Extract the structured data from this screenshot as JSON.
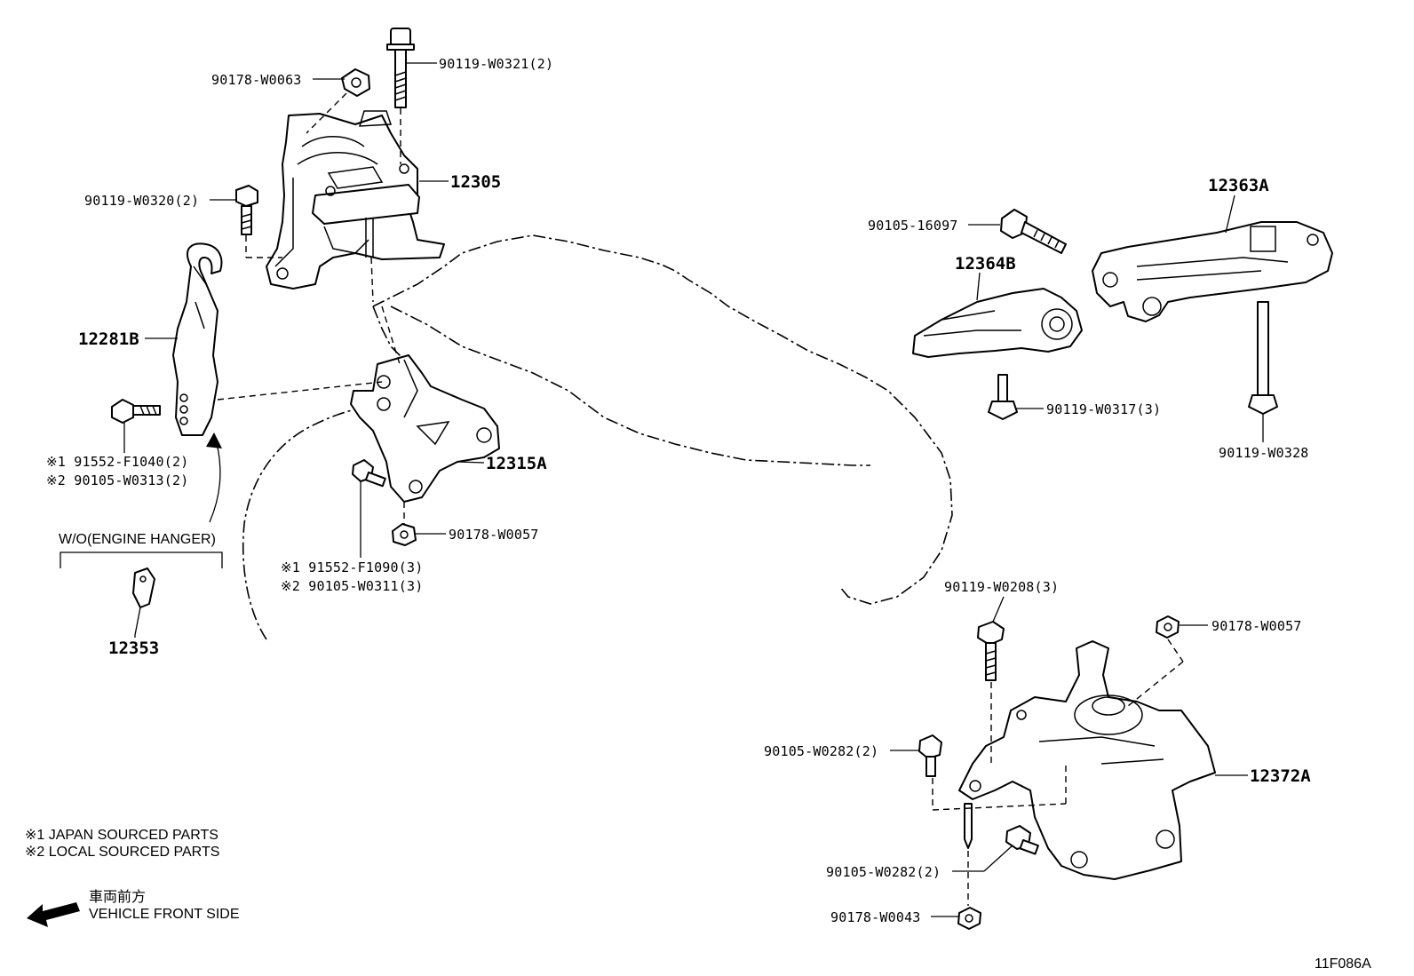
{
  "labels": {
    "p90178_W0063": "90178-W0063",
    "p90119_W0321": "90119-W0321(2)",
    "p12305": "12305",
    "p90119_W0320": "90119-W0320(2)",
    "p12281B": "12281B",
    "p91552_F1040": "※1 91552-F1040(2)",
    "p90105_W0313": "※2 90105-W0313(2)",
    "engine_hanger": "W/O(ENGINE HANGER)",
    "p12353": "12353",
    "p12315A": "12315A",
    "p90178_W0057_a": "90178-W0057",
    "p91552_F1090": "※1 91552-F1090(3)",
    "p90105_W0311": "※2 90105-W0311(3)",
    "p90105_16097": "90105-16097",
    "p12363A": "12363A",
    "p12364B": "12364B",
    "p90119_W0317": "90119-W0317(3)",
    "p90119_W0328": "90119-W0328",
    "p90119_W0208": "90119-W0208(3)",
    "p90178_W0057_b": "90178-W0057",
    "p90105_W0282_a": "90105-W0282(2)",
    "p12372A": "12372A",
    "p90105_W0282_b": "90105-W0282(2)",
    "p90178_W0043": "90178-W0043"
  },
  "notes": {
    "japan": "※1  JAPAN SOURCED PARTS",
    "local": "※2  LOCAL SOURCED PARTS",
    "front_jp": "車両前方",
    "front_en": "VEHICLE FRONT SIDE",
    "code": "11F086A"
  }
}
